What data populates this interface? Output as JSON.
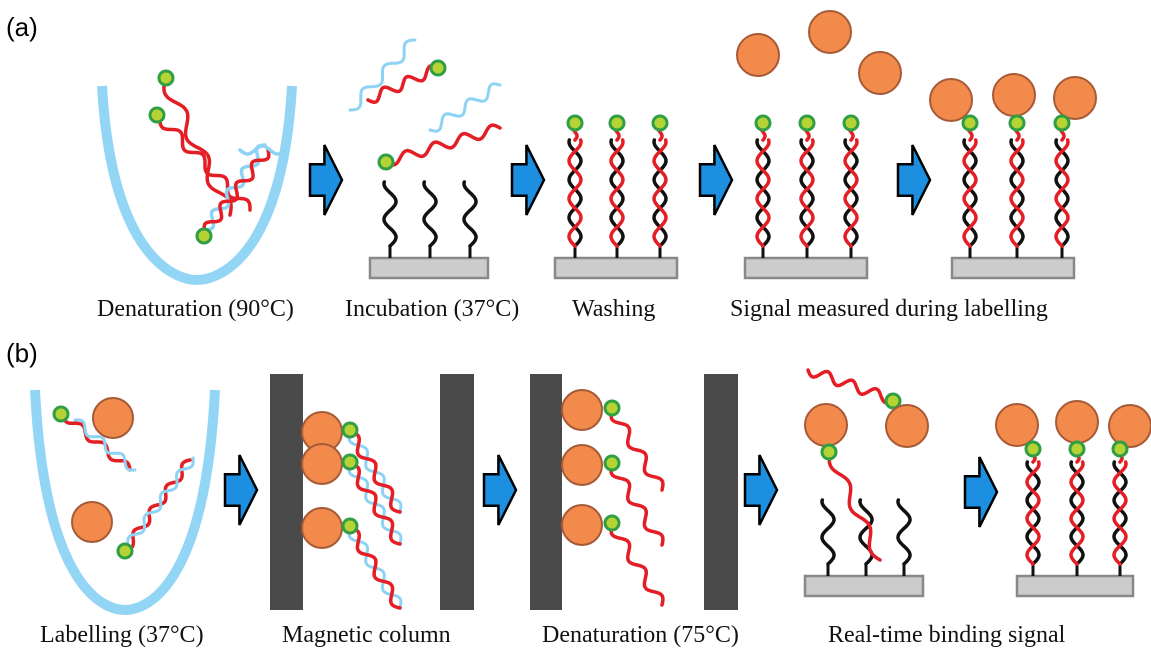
{
  "panel_a": {
    "label": "(a)",
    "captions": [
      "Denaturation (90°C)",
      "Incubation (37°C)",
      "Washing",
      "Signal measured during labelling"
    ]
  },
  "panel_b": {
    "label": "(b)",
    "captions": [
      "Labelling (37°C)",
      "Magnetic column",
      "Denaturation (75°C)",
      "Real-time binding signal"
    ]
  },
  "colors": {
    "target_strand": "#e31e24",
    "complement_strand": "#8fd3f4",
    "probe_strand": "#111111",
    "label_fill": "#b5d334",
    "label_ring": "#2f9e44",
    "bead_fill": "#f28a4b",
    "bead_stroke": "#a65a37",
    "arrow_fill": "#1c8fe0",
    "tube": "#93d5f5",
    "substrate_fill": "#cccccc",
    "substrate_stroke": "#888888",
    "magnet": "#4a4a4a"
  }
}
